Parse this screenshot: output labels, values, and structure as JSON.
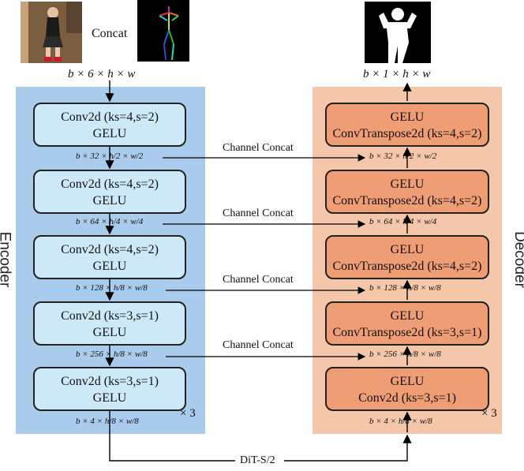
{
  "inputs": {
    "concat_label": "Concat",
    "input_dim": "b × 6 × h × w",
    "output_dim": "b × 1 × h × w"
  },
  "encoder": {
    "side_label": "Encoder",
    "blocks": [
      {
        "line1": "Conv2d (ks=4,s=2)",
        "line2": "GELU"
      },
      {
        "line1": "Conv2d (ks=4,s=2)",
        "line2": "GELU"
      },
      {
        "line1": "Conv2d (ks=4,s=2)",
        "line2": "GELU"
      },
      {
        "line1": "Conv2d (ks=3,s=1)",
        "line2": "GELU"
      },
      {
        "line1": "Conv2d (ks=3,s=1)",
        "line2": "GELU"
      }
    ],
    "dims": [
      "b × 32 × h/2 × w/2",
      "b × 64 × h/4 × w/4",
      "b × 128 × h/8 × w/8",
      "b × 256 × h/8 × w/8",
      "b × 4 × h/8 × w/8"
    ],
    "repeat": "× 3"
  },
  "decoder": {
    "side_label": "Decoder",
    "blocks": [
      {
        "line1": "GELU",
        "line2": "ConvTranspose2d (ks=4,s=2)"
      },
      {
        "line1": "GELU",
        "line2": "ConvTranspose2d (ks=4,s=2)"
      },
      {
        "line1": "GELU",
        "line2": "ConvTranspose2d (ks=4,s=2)"
      },
      {
        "line1": "GELU",
        "line2": "ConvTranspose2d (ks=3,s=1)"
      },
      {
        "line1": "GELU",
        "line2": "Conv2d (ks=3,s=1)"
      }
    ],
    "dims": [
      "b × 32 × h/2 × w/2",
      "b × 64 × h/4 × w/4",
      "b × 128 × h/8 × w/8",
      "b × 256 × h/8 × w/8",
      "b × 4 × h/8 × w/8"
    ],
    "repeat": "× 3"
  },
  "skip_label": "Channel Concat",
  "bottleneck_label": "DiT-S/2"
}
